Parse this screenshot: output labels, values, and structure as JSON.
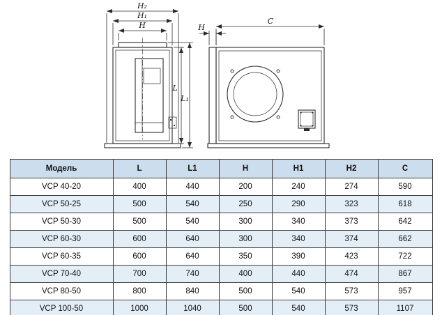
{
  "diagram": {
    "labels": {
      "h2": "H₂",
      "h1": "H₁",
      "h": "H",
      "l": "L",
      "l1": "L₁",
      "h_side": "H",
      "c": "C"
    }
  },
  "table": {
    "headers": [
      "Модель",
      "L",
      "L1",
      "H",
      "H1",
      "H2",
      "C"
    ],
    "rows": [
      {
        "model": "VCP 40-20",
        "values": [
          "400",
          "440",
          "200",
          "240",
          "274",
          "590"
        ]
      },
      {
        "model": "VCP 50-25",
        "values": [
          "500",
          "540",
          "250",
          "290",
          "323",
          "618"
        ]
      },
      {
        "model": "VCP 50-30",
        "values": [
          "500",
          "540",
          "300",
          "340",
          "373",
          "642"
        ]
      },
      {
        "model": "VCP 60-30",
        "values": [
          "600",
          "640",
          "300",
          "340",
          "374",
          "662"
        ]
      },
      {
        "model": "VCP 60-35",
        "values": [
          "600",
          "640",
          "350",
          "390",
          "423",
          "722"
        ]
      },
      {
        "model": "VCP 70-40",
        "values": [
          "700",
          "740",
          "400",
          "440",
          "474",
          "867"
        ]
      },
      {
        "model": "VCP 80-50",
        "values": [
          "800",
          "840",
          "500",
          "540",
          "573",
          "957"
        ]
      },
      {
        "model": "VCP 100-50",
        "values": [
          "1000",
          "1040",
          "500",
          "540",
          "573",
          "1107"
        ]
      }
    ]
  },
  "colors": {
    "header_bg": "#ccdded",
    "alt_row_bg": "#e4eef7",
    "line": "#2b2b2b"
  }
}
